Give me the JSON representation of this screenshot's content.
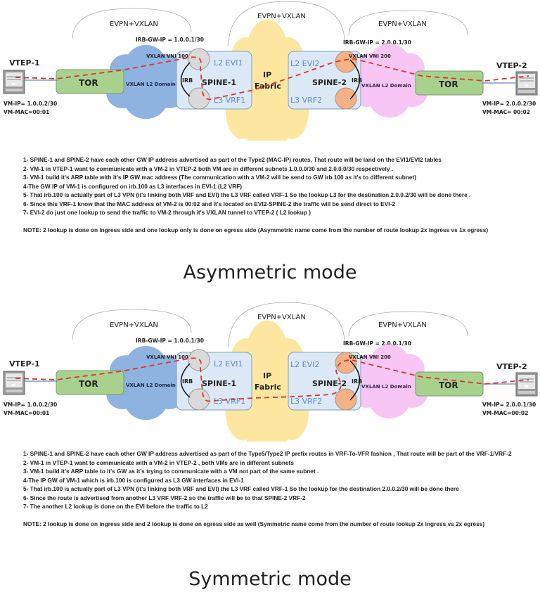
{
  "colors": {
    "red_path": "#d9352b",
    "tor": "#a9d18e",
    "vxlan_cloud_1": "#8fb3e0",
    "vxlan_cloud_2": "#f7c6f5",
    "fabric": "#fde7a0",
    "spine_box": "#dce8f5",
    "l2_label": "#5b8ac8",
    "circle_gray": "#d9d9d9",
    "circle_orange": "#f4b183"
  },
  "diagrams": [
    {
      "evpn_labels": [
        "EVPN+VXLAN",
        "EVPN+VXLAN",
        "EVPN+VXLAN"
      ],
      "irb_gw_left": "IRB-GW-IP = 1.0.0.1/30",
      "irb_gw_right": "IRB-GW-IP = 2.0.0.1/30",
      "vtep1": "VTEP-1",
      "vtep2": "VTEP-2",
      "tor": "TOR",
      "vxlan_l2": "VXLAN L2 Domain",
      "vni_left": "VXLAN VNI 100",
      "vni_right": "VXLAN VNI 200",
      "spine1": "SPINE-1",
      "spine2": "SPINE-2",
      "irb": "IRB",
      "l2_evi1": "L2 EVI1",
      "l3_vrf1": "L3 VRF1",
      "l2_evi2": "L2 EVI2",
      "l3_vrf2": "L3 VRF2",
      "fabric": [
        "IP",
        "Fabric"
      ],
      "vm1_ip": "VM-IP= 1.0.0.2/30",
      "vm1_mac": "VM-MAC=00:01",
      "vm2_ip": "VM-IP= 2.0.0.2/30",
      "vm2_mac": "VM-MAC= 00:02"
    },
    {
      "evpn_labels": [
        "EVPN+VXLAN",
        "EVPN+VXLAN",
        "EVPN+VXLAN"
      ],
      "irb_gw_left": "IRB-GW-IP = 1.0.0.1/30",
      "irb_gw_right": "IRB-GW-IP = 2.0.0.1/30",
      "vtep1": "VTEP-1",
      "vtep2": "VTEP-2",
      "tor": "TOR",
      "vxlan_l2": "VXLAN L2 Domain",
      "vni_left": "VXLAN VNI 100",
      "vni_right": "VXLAN VNI 200",
      "spine1": "SPINE-1",
      "spine2": "SPINE-2",
      "irb": "IRB",
      "l2_evi1": "L2 EVI1",
      "l3_vrf1": "L3 VRF1",
      "l2_evi2": "L2 EVI2",
      "l3_vrf2": "L3 VRF2",
      "fabric": [
        "IP",
        "Fabric"
      ],
      "vm1_ip": "VM-IP= 1.0.0.2/30",
      "vm1_mac": "VM-MAC=00:01",
      "vm2_ip": "VM-IP= 2.0.0.1/30",
      "vm2_mac": "VM-MAC=00:02"
    }
  ],
  "asymmetric": {
    "lines": [
      "1- SPINE-1 and SPINE-2 have each other GW IP address  advertised as part of the Type2 (MAC-IP) routes, That route will be land on the EVI1/EVI2 tables",
      "2- VM-1 in VTEP-1 want to communicate with a VM-2 in VTEP-2 both VM are in different subnets 1.0.0.0/30 and 2.0.0.0/30 respectively .",
      "3- VM-1 build it's ARP table with it's IP GW mac address  (The communication with a VM-2 will be send to GW irb.100 as it's to different subnet)",
      "4-The  GW IP of VM-1 is configured on irb.100 as L3 interfaces in EVI-1 (L2 VRF)",
      "5- That irb.100 is actually part of L3 VPN  (it's linking both VRF and EVI) the L3 VRF called VRF-1 So the lookup L3 for the destination 2.0.0.2/30 will be done there .",
      "6- Since this VRF-1 know that the MAC address of VM-2 is 00:02 and it's located on EVI2-SPINE-2 the traffic will be send direct to EVI-2",
      "7- EVI-2 do just one lookup to send the traffic to VM-2 through it's VXLAN tunnel to VTEP-2 ( L2 lookup )"
    ],
    "note": "NOTE: 2 lookup is done on ingress side  and one lookup only is done on egress side (Asymmetric name come from the number of route lookup 2x ingress vs 1x egress)",
    "title": "Asymmetric mode"
  },
  "symmetric": {
    "lines": [
      "1- SPINE-1 and SPINE-2 have each other GW IP address  advertised as part of the Type5/Type2 IP prefix routes in VRF-To-VFR fashion , That route will be part of the VRF-1/VRF-2",
      "2- VM-1 in VTEP-1 want to communicate with a VM-2 in VTEP-2 , both VMs are in different subnets",
      "3- VM-1 build it's ARP table to it's GW as it's trying to communicate with a VM not part of the same subnet .",
      "4-The IP GW of VM-1  which is irb.100 is configured as L3 GW interfaces in EVI-1",
      "5- That irb.100 is actually part of L3 VPN (it's linking both VRF and EVI) the L3 VRF called VRF-1 So the lookup for the destination 2.0.0.2/30 will be done there",
      "6- Since the route is advertised from another L3 VRF VRF-2 so the traffic will be to that SPINE-2 VRF-2",
      "7- The another L2 lookup is done on the EVI before the traffic to L2"
    ],
    "note": "NOTE: 2 lookup is done on ingress side  and 2 lookup is done on egress side as well (Symmetric name come from the number of route lookup 2x ingress vs 2x egress)",
    "title": "Symmetric mode"
  }
}
